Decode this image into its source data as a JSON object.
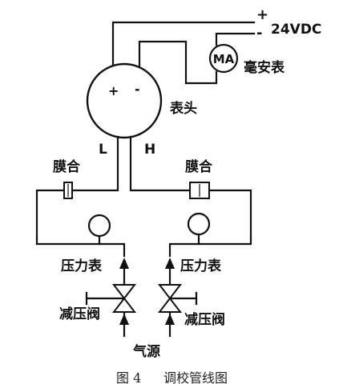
{
  "power": {
    "plus": "+",
    "minus": "-",
    "voltage": "24VDC"
  },
  "milliammeter": {
    "symbol": "MA",
    "label": "毫安表"
  },
  "transmitter": {
    "plus": "+",
    "minus": "-",
    "label": "表头",
    "low_side": "L",
    "high_side": "H"
  },
  "left_branch": {
    "coupling_label": "膜合",
    "gauge_label": "压力表",
    "valve_label": "减压阀"
  },
  "right_branch": {
    "coupling_label": "膜合",
    "gauge_label": "压力表",
    "valve_label": "减压阀"
  },
  "air_source_label": "气源",
  "caption": {
    "figure_number": "图 4",
    "title": "调校管线图"
  }
}
